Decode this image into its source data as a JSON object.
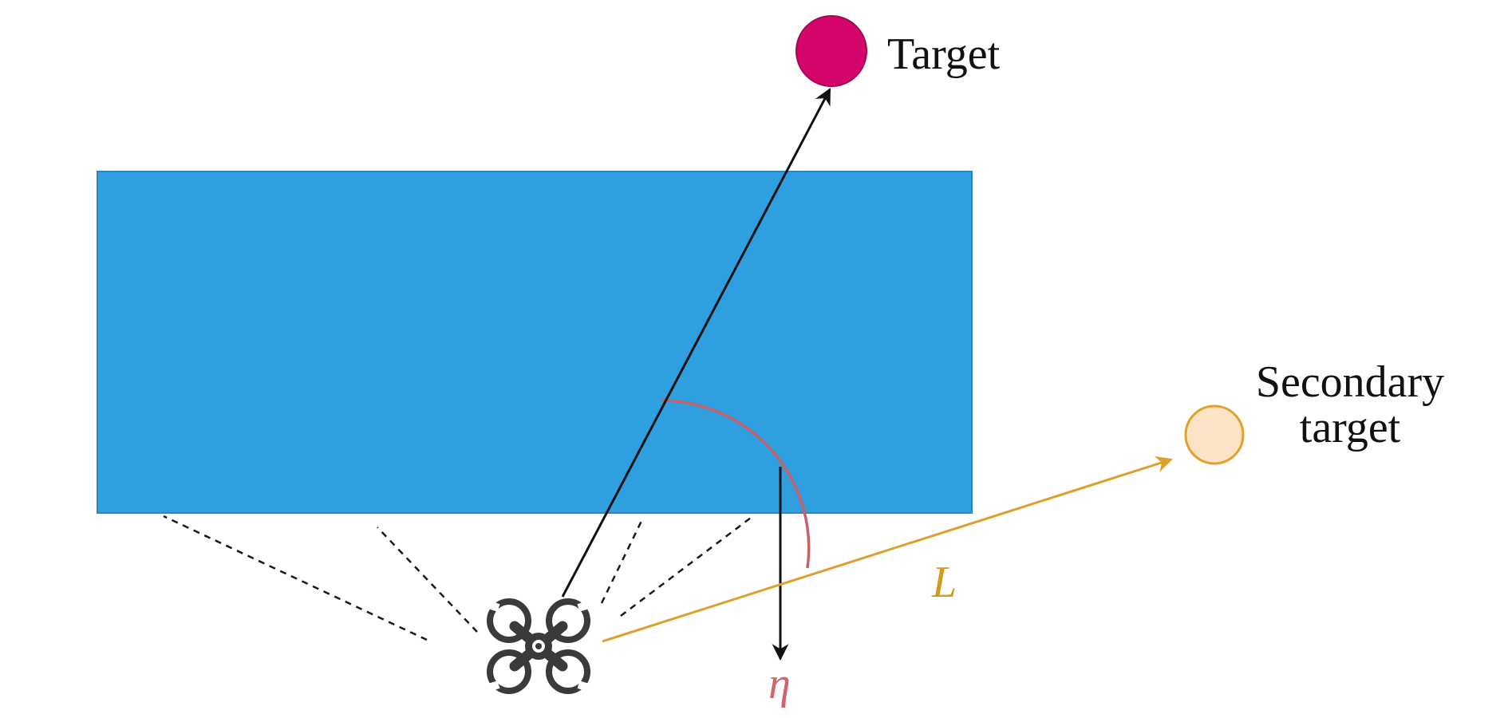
{
  "labels": {
    "target": "Target",
    "secondary_target_line1": "Secondary",
    "secondary_target_line2": "target",
    "distance_symbol": "L",
    "angle_symbol": "η"
  },
  "colors": {
    "obstacle_fill": "#2f9fe0",
    "obstacle_stroke": "#2a86c2",
    "target_fill": "#d4066c",
    "target_stroke": "#a8054f",
    "secondary_fill": "#fde3c5",
    "secondary_stroke": "#e2a22a",
    "secondary_arrow": "#dba12c",
    "angle_arc": "#c8606a",
    "angle_label": "#d0666a",
    "distance_label": "#d49a1c",
    "arrow_black": "#111111",
    "drone": "#3a3a3a",
    "text": "#111111"
  },
  "icons": {
    "drone": "quadcopter-drone-icon"
  }
}
